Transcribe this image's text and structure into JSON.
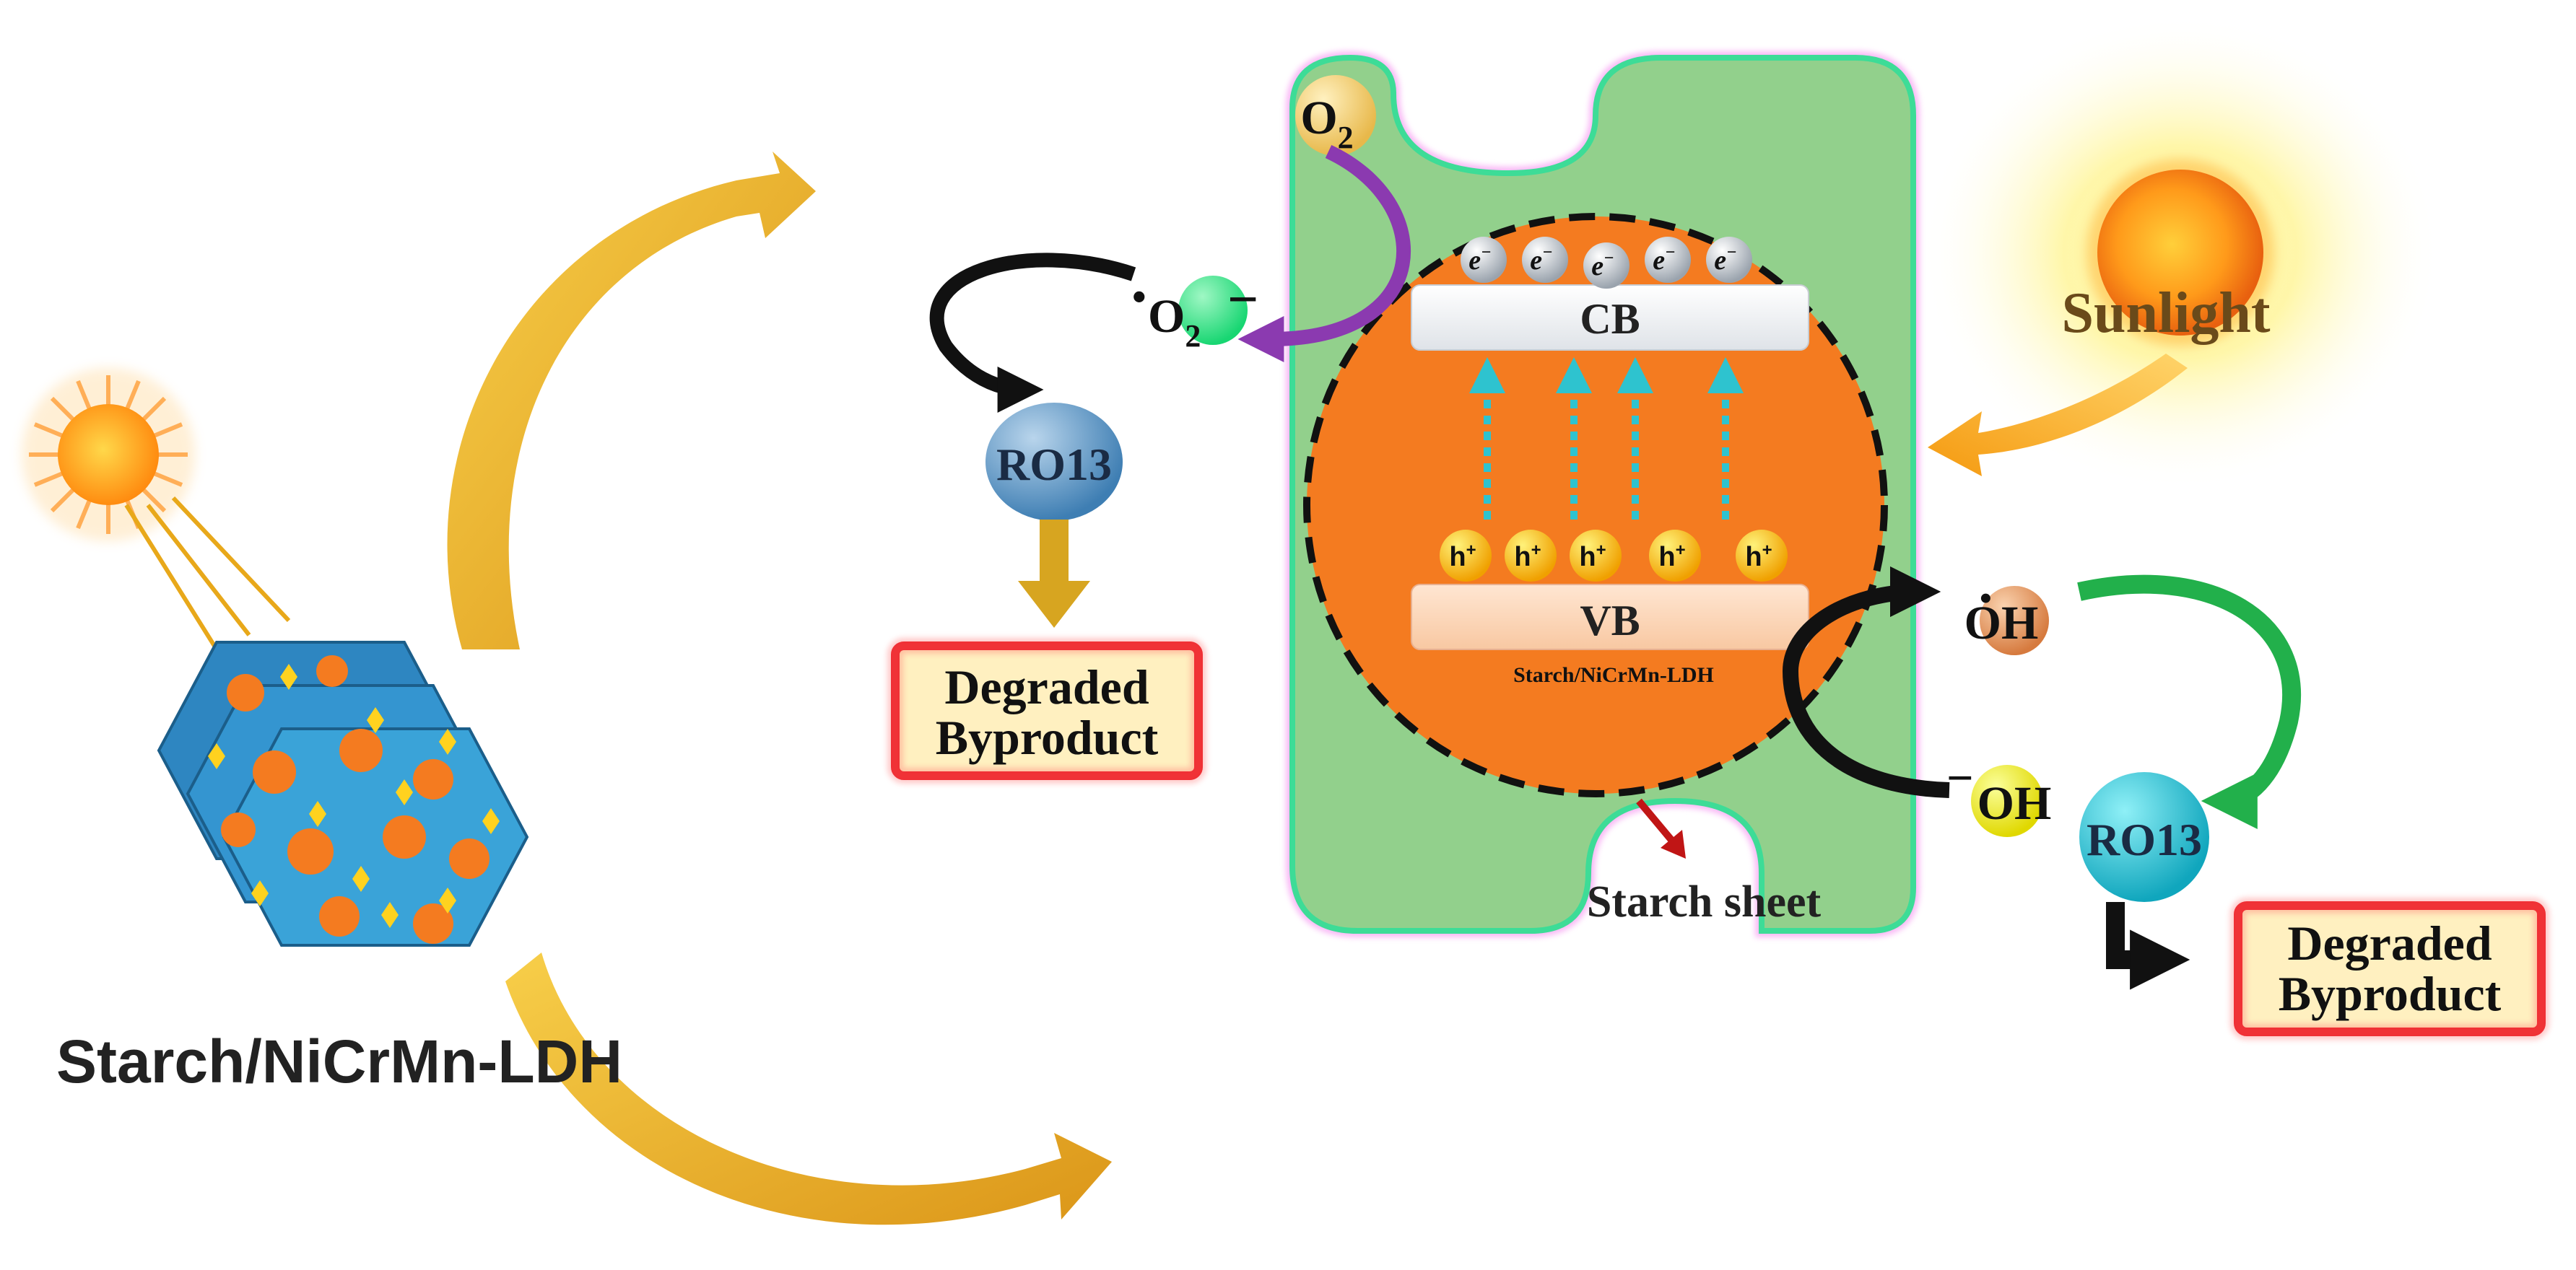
{
  "material_label": "Starch/NiCrMn-LDH",
  "sunlight_label": "Sunlight",
  "cb_label": "CB",
  "vb_label": "VB",
  "particle_label": "Starch/NiCrMn-LDH",
  "electron_symbol": "e",
  "electron_charge": "−",
  "hole_symbol": "h",
  "hole_charge": "+",
  "electron_count": 5,
  "hole_count": 5,
  "oxygen": {
    "base": "O",
    "subscript": "2"
  },
  "superoxide": {
    "radical_dot": "•",
    "base": "O",
    "subscript": "2",
    "charge": "−"
  },
  "hydroxyl_radical": {
    "radical_dot": "•",
    "label": "OH"
  },
  "hydroxide_ion": {
    "charge": "−",
    "label": "OH"
  },
  "pollutant_left": "RO13",
  "pollutant_right": "RO13",
  "product_left": {
    "line1": "Degraded",
    "line2": "Byproduct"
  },
  "product_right": {
    "line1": "Degraded",
    "line2": "Byproduct"
  },
  "starch_sheet_label": "Starch sheet",
  "colors": {
    "orange_particle": "#f47b20",
    "sheet_green": "#92d08c",
    "sheet_border": "#3ddc97",
    "sheet_glow": "#f58cf0",
    "cyan_arrow": "#2ec3cf",
    "purple_arrow": "#8b3ab0",
    "green_arrow": "#22b04b",
    "gold_arrow": "#e8a81a",
    "product_box_fill": "#fff0c0",
    "product_box_border": "#e8141b",
    "hex_blue": "#3aa3d8"
  }
}
